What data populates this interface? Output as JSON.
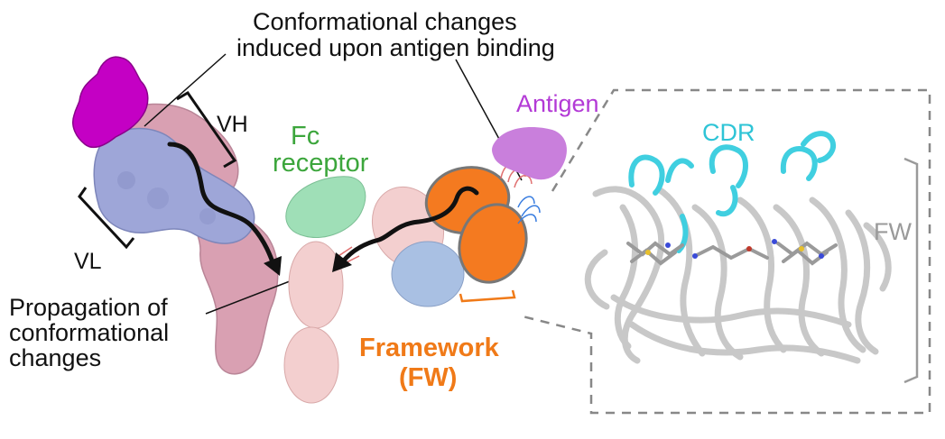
{
  "labels": {
    "top_caption_line1": "Conformational changes",
    "top_caption_line2": "induced upon antigen binding",
    "vh": "VH",
    "vl": "VL",
    "fc_line1": "Fc",
    "fc_line2": "receptor",
    "antigen": "Antigen",
    "propagation_line1": "Propagation of",
    "propagation_line2": "conformational",
    "propagation_line3": "changes",
    "framework_line1": "Framework",
    "framework_line2": "(FW)",
    "cdr": "CDR",
    "fw": "FW"
  },
  "colors": {
    "antigen_magenta": "#c400c4",
    "antigen_blob": "#c97fdc",
    "vl_lavender": "#9ea6d8",
    "vh_pink": "#d9a0b2",
    "fc_pink_light": "#f3cfcf",
    "fc_receptor_green": "#9fdfb7",
    "framework_orange": "#f47a20",
    "blue_domain": "#a9c0e3",
    "cdr_cyan": "#40cfe0",
    "fw_gray": "#c8c8c8",
    "label_green": "#3ca63c",
    "label_purple": "#b33ad6",
    "label_orange": "#f07a18",
    "label_cyan": "#2ec4d6",
    "label_gray": "#9a9a9a"
  }
}
